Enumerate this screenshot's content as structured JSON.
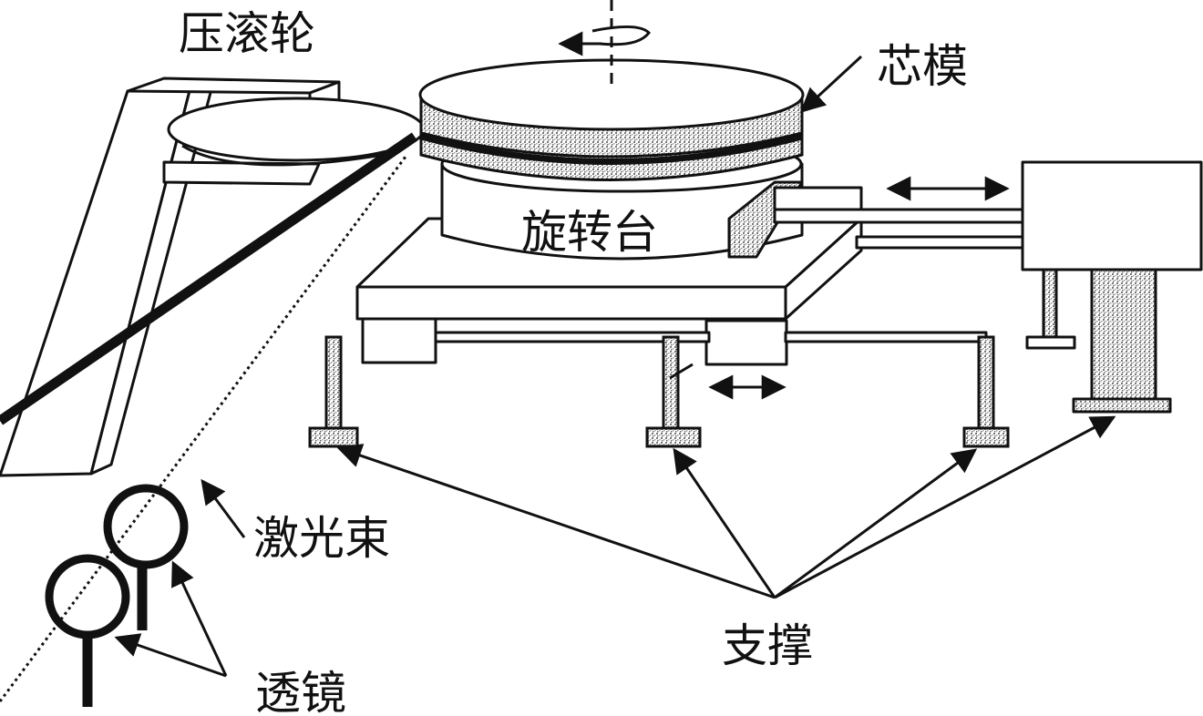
{
  "labels": {
    "pressure_roller": "压滚轮",
    "mandrel": "芯模",
    "rotary_table": "旋转台",
    "laser_beam": "激光束",
    "lens": "透镜",
    "support": "支撑"
  },
  "colors": {
    "ink": "#111111",
    "paper": "#ffffff",
    "stipple": "#8a8a8a"
  }
}
